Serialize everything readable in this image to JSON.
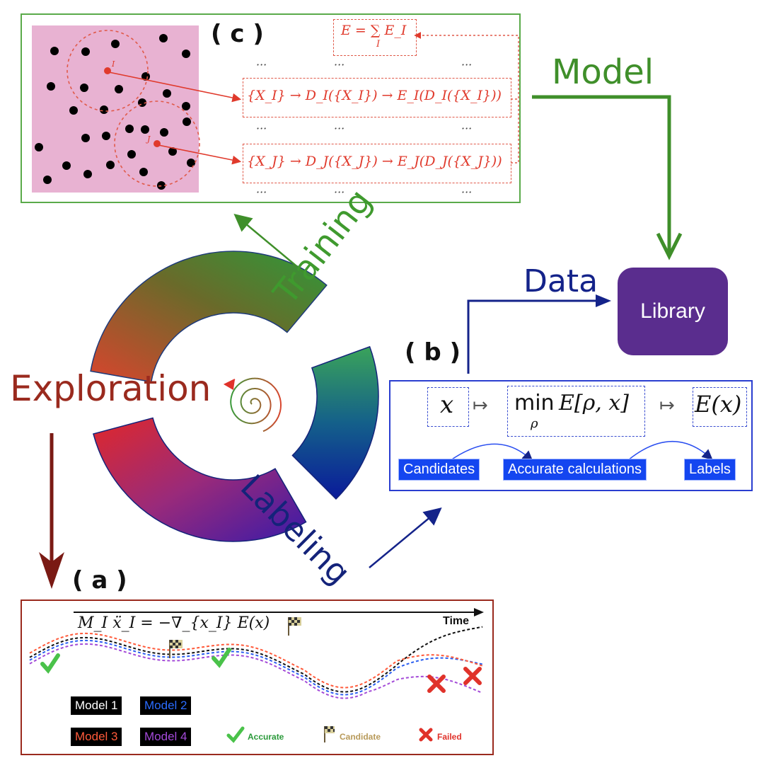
{
  "panels": {
    "a": {
      "label": "( a )",
      "equation": "M_I ẍ_I = −∇_{x_I} E(x)",
      "time_label": "Time",
      "legend": {
        "models": [
          {
            "label": "Model 1",
            "bg": "#000000",
            "fg": "#ffffff"
          },
          {
            "label": "Model 2",
            "bg": "#000000",
            "fg": "#2a6cff"
          },
          {
            "label": "Model 3",
            "bg": "#000000",
            "fg": "#ff5a3a"
          },
          {
            "label": "Model 4",
            "bg": "#000000",
            "fg": "#a34ad8"
          }
        ],
        "markers": [
          {
            "label": "Accurate",
            "color": "#2a9a3a",
            "icon": "check-icon"
          },
          {
            "label": "Candidate",
            "color": "#b89a5a",
            "icon": "checkered-flag-icon"
          },
          {
            "label": "Failed",
            "color": "#e0322a",
            "icon": "cross-icon"
          }
        ]
      },
      "border_color": "#9a2a1e"
    },
    "b": {
      "label": "( b )",
      "x_term": "x",
      "maps_to": "↦",
      "min_term": "min",
      "min_sub": "ρ",
      "functional": "E[ρ, x]",
      "result": "E(x)",
      "tags": [
        "Candidates",
        "Accurate calculations",
        "Labels"
      ],
      "border_color": "#2a3ed0"
    },
    "c": {
      "label": "( c )",
      "energy_sum": "E = ∑ E_I",
      "sum_index": "I",
      "row_I": "{X_I} → D_I({X_I}) → E_I(D_I({X_I}))",
      "row_J": "{X_J} → D_J({X_J}) → E_J(D_J({X_J}))",
      "ellipsis": "···",
      "atom_I": "I",
      "atom_J": "J",
      "border_color": "#5aaa4a"
    }
  },
  "cycle": {
    "exploration": "Exploration",
    "training": "Training",
    "labeling": "Labeling",
    "colors": {
      "exploration": "#9a2a1e",
      "training": "#3f9a2e",
      "labeling": "#14237a"
    }
  },
  "library": {
    "label": "Library",
    "color": "#5a2d8e"
  },
  "flows": {
    "model_label": "Model",
    "data_label": "Data",
    "model_color": "#3f8f2a",
    "data_color": "#14238a"
  }
}
